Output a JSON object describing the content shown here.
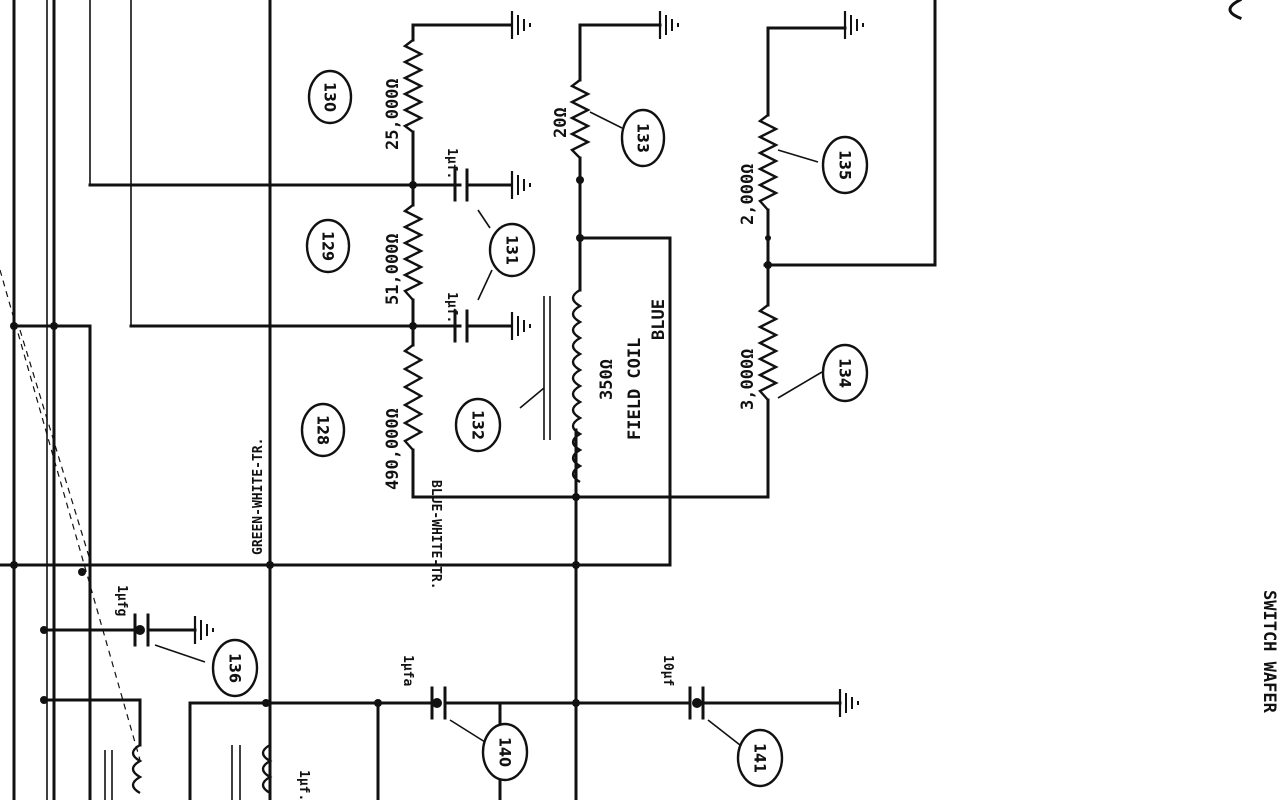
{
  "labels": {
    "r130_value": "25,000Ω",
    "r129_value": "51,000Ω",
    "r128_value": "490,000Ω",
    "r133_value": "20Ω",
    "r135_value": "2,000Ω",
    "r134_value": "3,000Ω",
    "coil_ohms": "350Ω",
    "coil_name": "FIELD COIL",
    "coil_color": "BLUE",
    "wire_green_white": "GREEN-WHITE-TR.",
    "wire_blue_white": "BLUE-WHITE-TR.",
    "cap_top": "1μf.",
    "cap_mid": "1μf.",
    "cap_136": "1μfg",
    "cap_140": "1μfa",
    "cap_141": "10μf",
    "cap_bottom": "1μf.",
    "switch_wafer": "SWITCH WAFER"
  },
  "components": {
    "c128": "128",
    "c129": "129",
    "c130": "130",
    "c131": "131",
    "c132": "132",
    "c133": "133",
    "c134": "134",
    "c135": "135",
    "c136": "136",
    "c140": "140",
    "c141": "141"
  }
}
